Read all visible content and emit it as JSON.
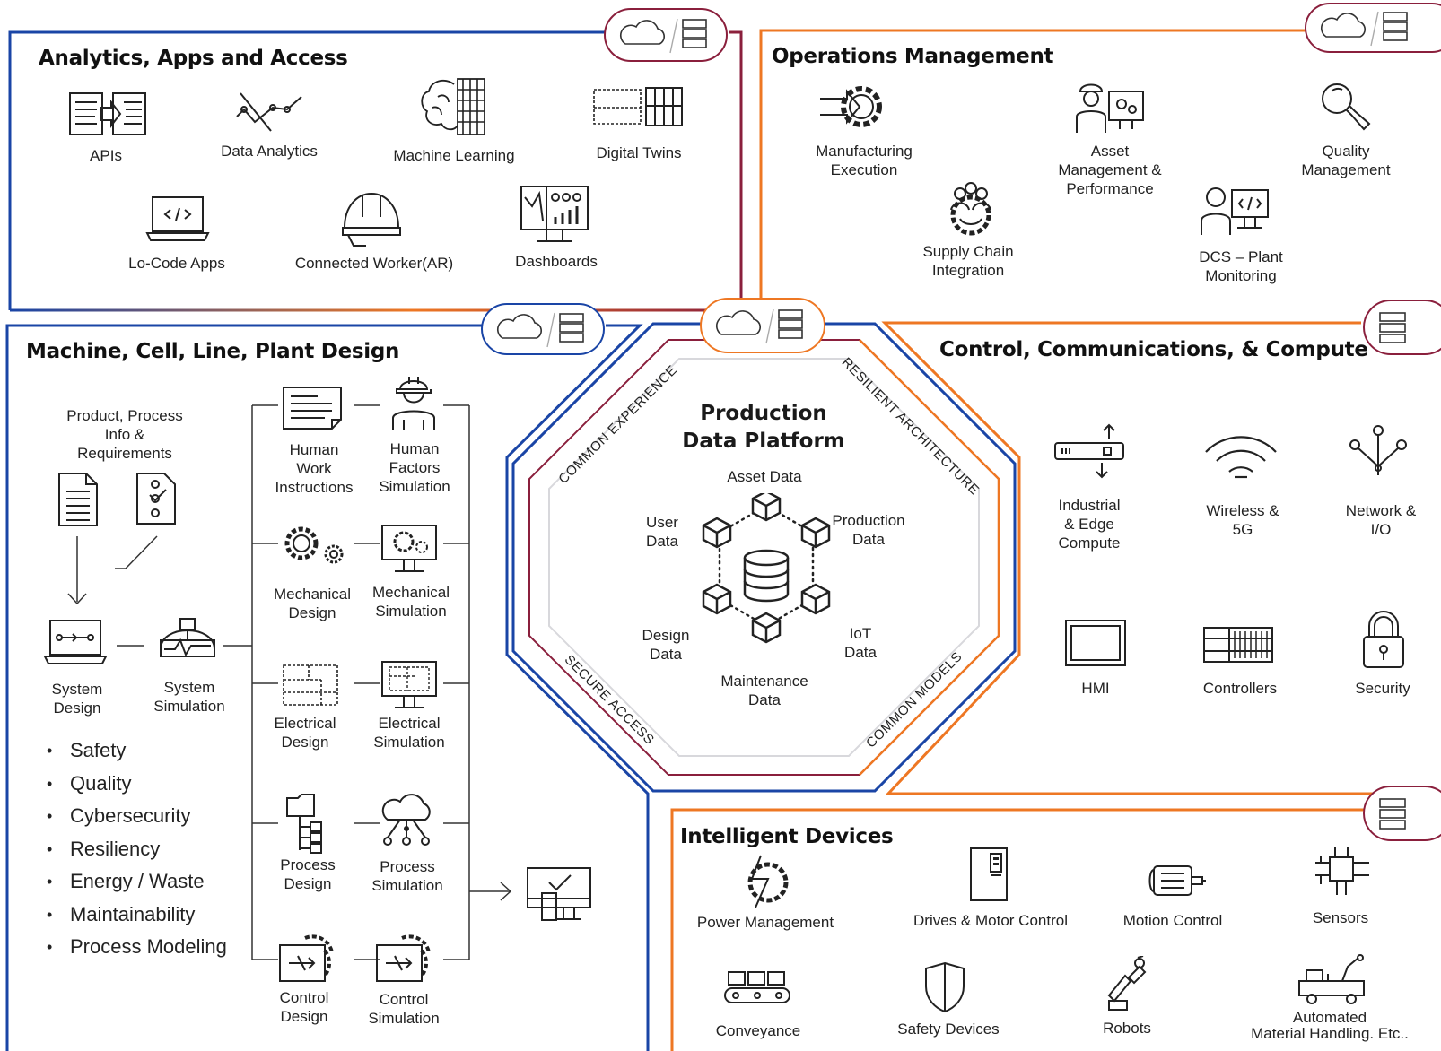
{
  "analytics": {
    "title": "Analytics, Apps and Access",
    "items": [
      {
        "label": "APIs",
        "icon": "api-document-icon"
      },
      {
        "label": "Data Analytics",
        "icon": "line-graph-icon"
      },
      {
        "label": "Machine Learning",
        "icon": "brain-circuit-icon"
      },
      {
        "label": "Digital Twins",
        "icon": "digital-twin-icon"
      },
      {
        "label": "Lo-Code Apps",
        "icon": "laptop-code-icon"
      },
      {
        "label": "Connected Worker(AR)",
        "icon": "hard-hat-icon"
      },
      {
        "label": "Dashboards",
        "icon": "dashboard-monitor-icon"
      }
    ]
  },
  "operations": {
    "title": "Operations Management",
    "items": [
      {
        "label": [
          "Manufacturing",
          "Execution"
        ],
        "icon": "gear-arrow-icon"
      },
      {
        "label": [
          "Asset",
          "Management &",
          "Performance"
        ],
        "icon": "worker-gears-icon"
      },
      {
        "label": [
          "Quality",
          "Management"
        ],
        "icon": "magnifier-icon"
      },
      {
        "label": [
          "Supply Chain",
          "Integration"
        ],
        "icon": "team-gear-icon"
      },
      {
        "label": [
          "DCS – Plant",
          "Monitoring"
        ],
        "icon": "operator-screen-icon"
      }
    ]
  },
  "design": {
    "title": "Machine, Cell, Line, Plant Design",
    "requirements_label": [
      "Product, Process",
      "Info &",
      "Requirements"
    ],
    "system_design": [
      "System",
      "Design"
    ],
    "system_simulation": [
      "System",
      "Simulation"
    ],
    "bullets": [
      "Safety",
      "Quality",
      "Cybersecurity",
      "Resiliency",
      "Energy / Waste",
      "Maintainability",
      "Process Modeling"
    ],
    "pairs": [
      {
        "design": [
          "Human",
          "Work",
          "Instructions"
        ],
        "simulation": [
          "Human",
          "Factors",
          "Simulation"
        ]
      },
      {
        "design": [
          "Mechanical",
          "Design"
        ],
        "simulation": [
          "Mechanical",
          "Simulation"
        ]
      },
      {
        "design": [
          "Electrical",
          "Design"
        ],
        "simulation": [
          "Electrical",
          "Simulation"
        ]
      },
      {
        "design": [
          "Process",
          "Design"
        ],
        "simulation": [
          "Process",
          "Simulation"
        ]
      },
      {
        "design": [
          "Control",
          "Design"
        ],
        "simulation": [
          "Control",
          "Simulation"
        ]
      }
    ]
  },
  "platform": {
    "title": [
      "Production",
      "Data Platform"
    ],
    "data_labels": {
      "asset": "Asset Data",
      "production": [
        "Production",
        "Data"
      ],
      "iot": [
        "IoT",
        "Data"
      ],
      "maintenance": [
        "Maintenance",
        "Data"
      ],
      "design": [
        "Design",
        "Data"
      ],
      "user": [
        "User",
        "Data"
      ]
    },
    "ring_labels": {
      "top_left": "COMMON EXPERIENCE",
      "top_right": "RESILIENT ARCHITECTURE",
      "bottom_left": "SECURE ACCESS",
      "bottom_right": "COMMON MODELS"
    }
  },
  "control": {
    "title": "Control, Communications, & Compute",
    "items": [
      {
        "label": [
          "Industrial",
          "& Edge",
          "Compute"
        ],
        "icon": "edge-device-icon"
      },
      {
        "label": [
          "Wireless &",
          "5G"
        ],
        "icon": "wireless-icon"
      },
      {
        "label": [
          "Network &",
          "I/O"
        ],
        "icon": "network-nodes-icon"
      },
      {
        "label": [
          "HMI"
        ],
        "icon": "hmi-screen-icon"
      },
      {
        "label": [
          "Controllers"
        ],
        "icon": "controller-rack-icon"
      },
      {
        "label": [
          "Security"
        ],
        "icon": "padlock-icon"
      }
    ]
  },
  "devices": {
    "title": "Intelligent Devices",
    "items": [
      {
        "label": "Power Management",
        "icon": "power-gear-icon"
      },
      {
        "label": "Drives & Motor Control",
        "icon": "drive-cabinet-icon"
      },
      {
        "label": "Motion Control",
        "icon": "motor-icon"
      },
      {
        "label": "Sensors",
        "icon": "sensor-chip-icon"
      },
      {
        "label": "Conveyance",
        "icon": "conveyor-icon"
      },
      {
        "label": "Safety Devices",
        "icon": "shield-icon"
      },
      {
        "label": "Robots",
        "icon": "robot-arm-icon"
      },
      {
        "label": [
          "Automated",
          "Material Handling. Etc.."
        ],
        "icon": "agv-icon"
      }
    ]
  },
  "colors": {
    "blue": "#1a45a6",
    "orange": "#ee7723",
    "maroon": "#8a1f3c"
  }
}
